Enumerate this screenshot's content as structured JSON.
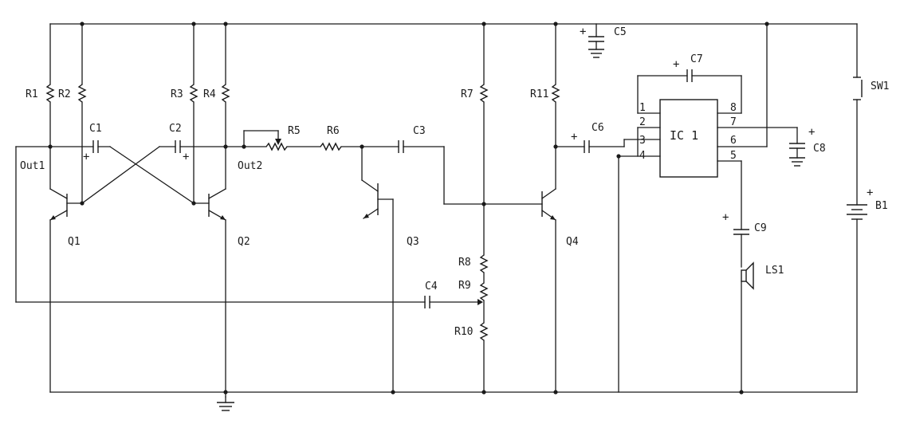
{
  "labels": {
    "r1": "R1",
    "r2": "R2",
    "r3": "R3",
    "r4": "R4",
    "r5": "R5",
    "r6": "R6",
    "r7": "R7",
    "r8": "R8",
    "r9": "R9",
    "r10": "R10",
    "r11": "R11",
    "c1": "C1",
    "c2": "C2",
    "c3": "C3",
    "c4": "C4",
    "c5": "C5",
    "c6": "C6",
    "c7": "C7",
    "c8": "C8",
    "c9": "C9",
    "q1": "Q1",
    "q2": "Q2",
    "q3": "Q3",
    "q4": "Q4",
    "out1": "Out1",
    "out2": "Out2",
    "ic": "IC 1",
    "sw1": "SW1",
    "b1": "B1",
    "ls1": "LS1"
  },
  "ic_pins": [
    "1",
    "2",
    "3",
    "4",
    "5",
    "6",
    "7",
    "8"
  ],
  "polarity": "+"
}
